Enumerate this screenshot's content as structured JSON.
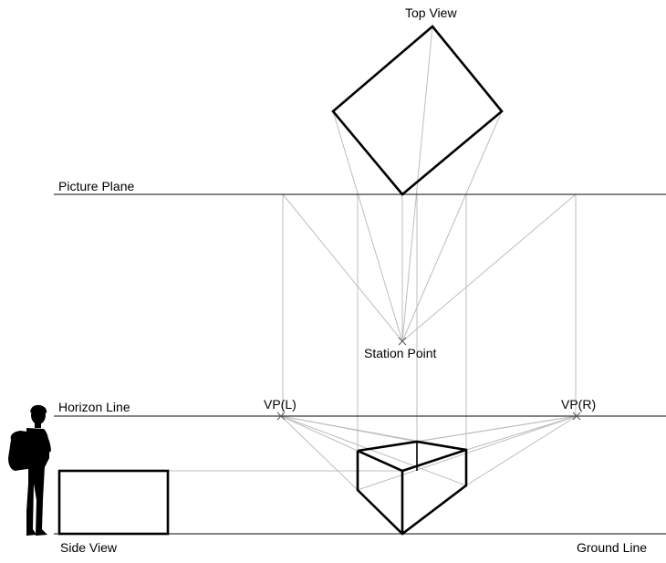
{
  "labels": {
    "top_view": "Top View",
    "picture_plane": "Picture Plane",
    "station_point": "Station Point",
    "horizon_line": "Horizon Line",
    "vp_left": "VP(L)",
    "vp_right": "VP(R)",
    "side_view": "Side View",
    "ground_line": "Ground Line"
  },
  "colors": {
    "construction": "#bdbdbd",
    "outline": "#000000",
    "plane_line": "#3a3a3a"
  }
}
